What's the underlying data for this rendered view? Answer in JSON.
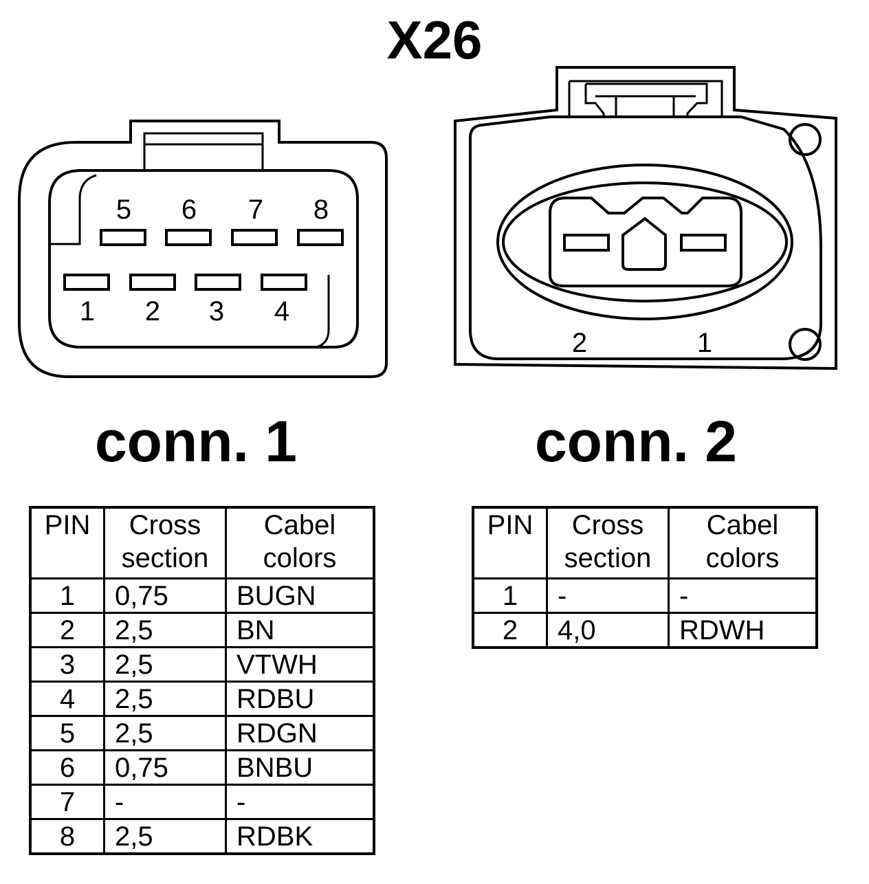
{
  "title": "X26",
  "connectors": [
    {
      "label": "conn. 1",
      "pin_numbers": [
        "5",
        "6",
        "7",
        "8",
        "1",
        "2",
        "3",
        "4"
      ],
      "table": {
        "headers": {
          "pin": "PIN",
          "cross_1": "Cross",
          "cross_2": "section",
          "color_1": "Cabel",
          "color_2": "colors"
        },
        "rows": [
          {
            "pin": "1",
            "cross": "0,75",
            "color": "BUGN"
          },
          {
            "pin": "2",
            "cross": "2,5",
            "color": "BN"
          },
          {
            "pin": "3",
            "cross": "2,5",
            "color": "VTWH"
          },
          {
            "pin": "4",
            "cross": "2,5",
            "color": "RDBU"
          },
          {
            "pin": "5",
            "cross": "2,5",
            "color": "RDGN"
          },
          {
            "pin": "6",
            "cross": "0,75",
            "color": "BNBU"
          },
          {
            "pin": "7",
            "cross": "-",
            "color": "-"
          },
          {
            "pin": "8",
            "cross": "2,5",
            "color": "RDBK"
          }
        ]
      }
    },
    {
      "label": "conn. 2",
      "pin_numbers": [
        "2",
        "1"
      ],
      "table": {
        "headers": {
          "pin": "PIN",
          "cross_1": "Cross",
          "cross_2": "section",
          "color_1": "Cabel",
          "color_2": "colors"
        },
        "rows": [
          {
            "pin": "1",
            "cross": "-",
            "color": "-"
          },
          {
            "pin": "2",
            "cross": "4,0",
            "color": "RDWH"
          }
        ]
      }
    }
  ]
}
